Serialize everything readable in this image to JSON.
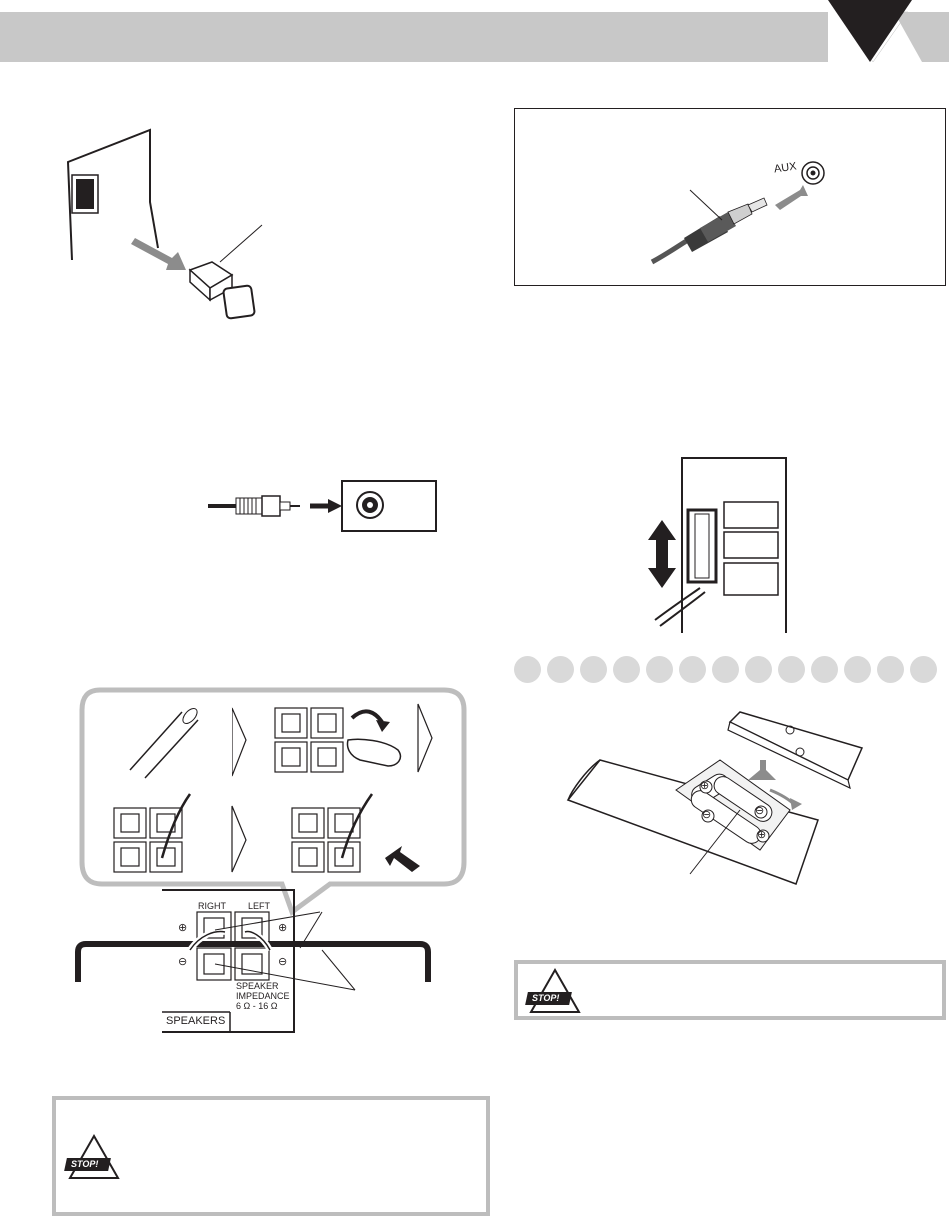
{
  "header": {
    "band_color": "#c8c8c8",
    "corner_icon": "triangle-down-icon"
  },
  "aux_section": {
    "jack_label": "AUX"
  },
  "speaker_panel": {
    "right_label": "RIGHT",
    "left_label": "LEFT",
    "plus_symbol": "⊕",
    "minus_symbol": "⊖",
    "impedance_label_line1": "SPEAKER",
    "impedance_label_line2": "IMPEDANCE",
    "impedance_value": "6 Ω - 16 Ω",
    "speakers_label": "SPEAKERS"
  },
  "remote": {
    "plus_symbol": "⊕",
    "minus_symbol": "⊖"
  },
  "warnings": {
    "stop_label": "STOP!",
    "stop_icon": "stop-warning-icon"
  },
  "colors": {
    "gray_band": "#c8c8c8",
    "dot_gray": "#d9d9d9",
    "arrow_gray": "#8c8c8c"
  }
}
